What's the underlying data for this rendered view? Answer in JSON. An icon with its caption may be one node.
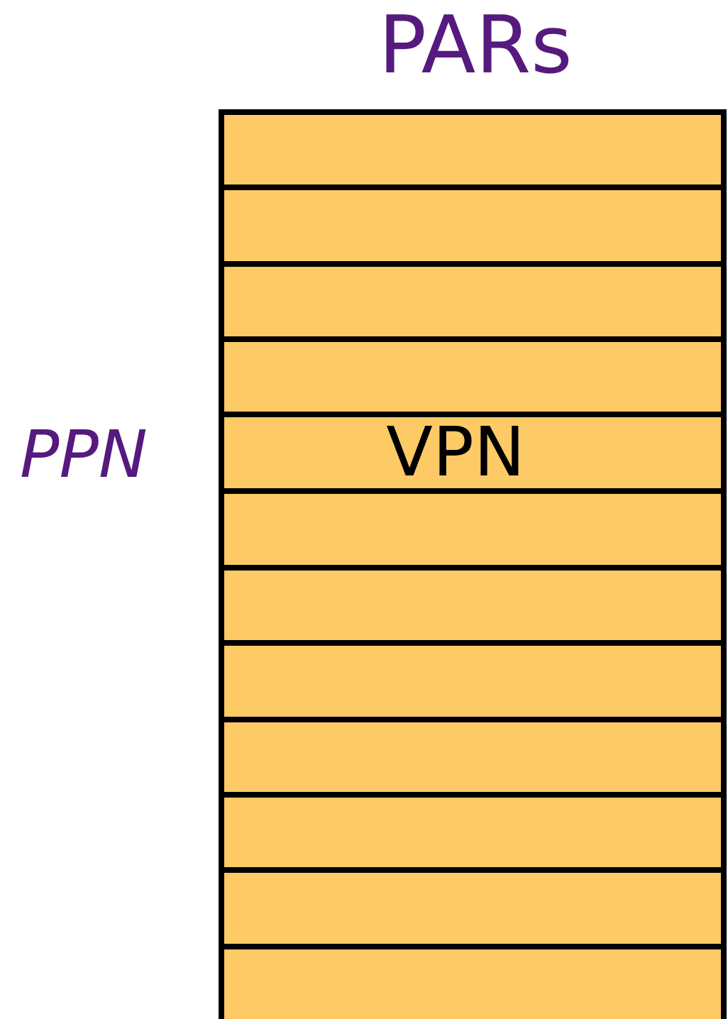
{
  "diagram": {
    "title": "PARs",
    "nodes": [
      {
        "text": [],
        "shape": "bar"
      },
      {
        "text": [],
        "shape": "bar"
      },
      {
        "text": [],
        "shape": "bar"
      },
      {
        "text": [],
        "shape": "bar"
      },
      {
        "text": [
          "VPN"
        ]
      },
      {
        "text": [],
        "shape": "bar"
      },
      {
        "text": [],
        "shape": "bar"
      },
      {
        "text": [],
        "shape": "bar"
      },
      {
        "text": [],
        "shape": "bar"
      },
      {
        "text": [],
        "shape": "bar"
      },
      {
        "text": [],
        "shape": "bar"
      },
      {
        "text": [],
        "shape": "bar"
      }
    ],
    "labels": [
      "PPN"
    ]
  }
}
